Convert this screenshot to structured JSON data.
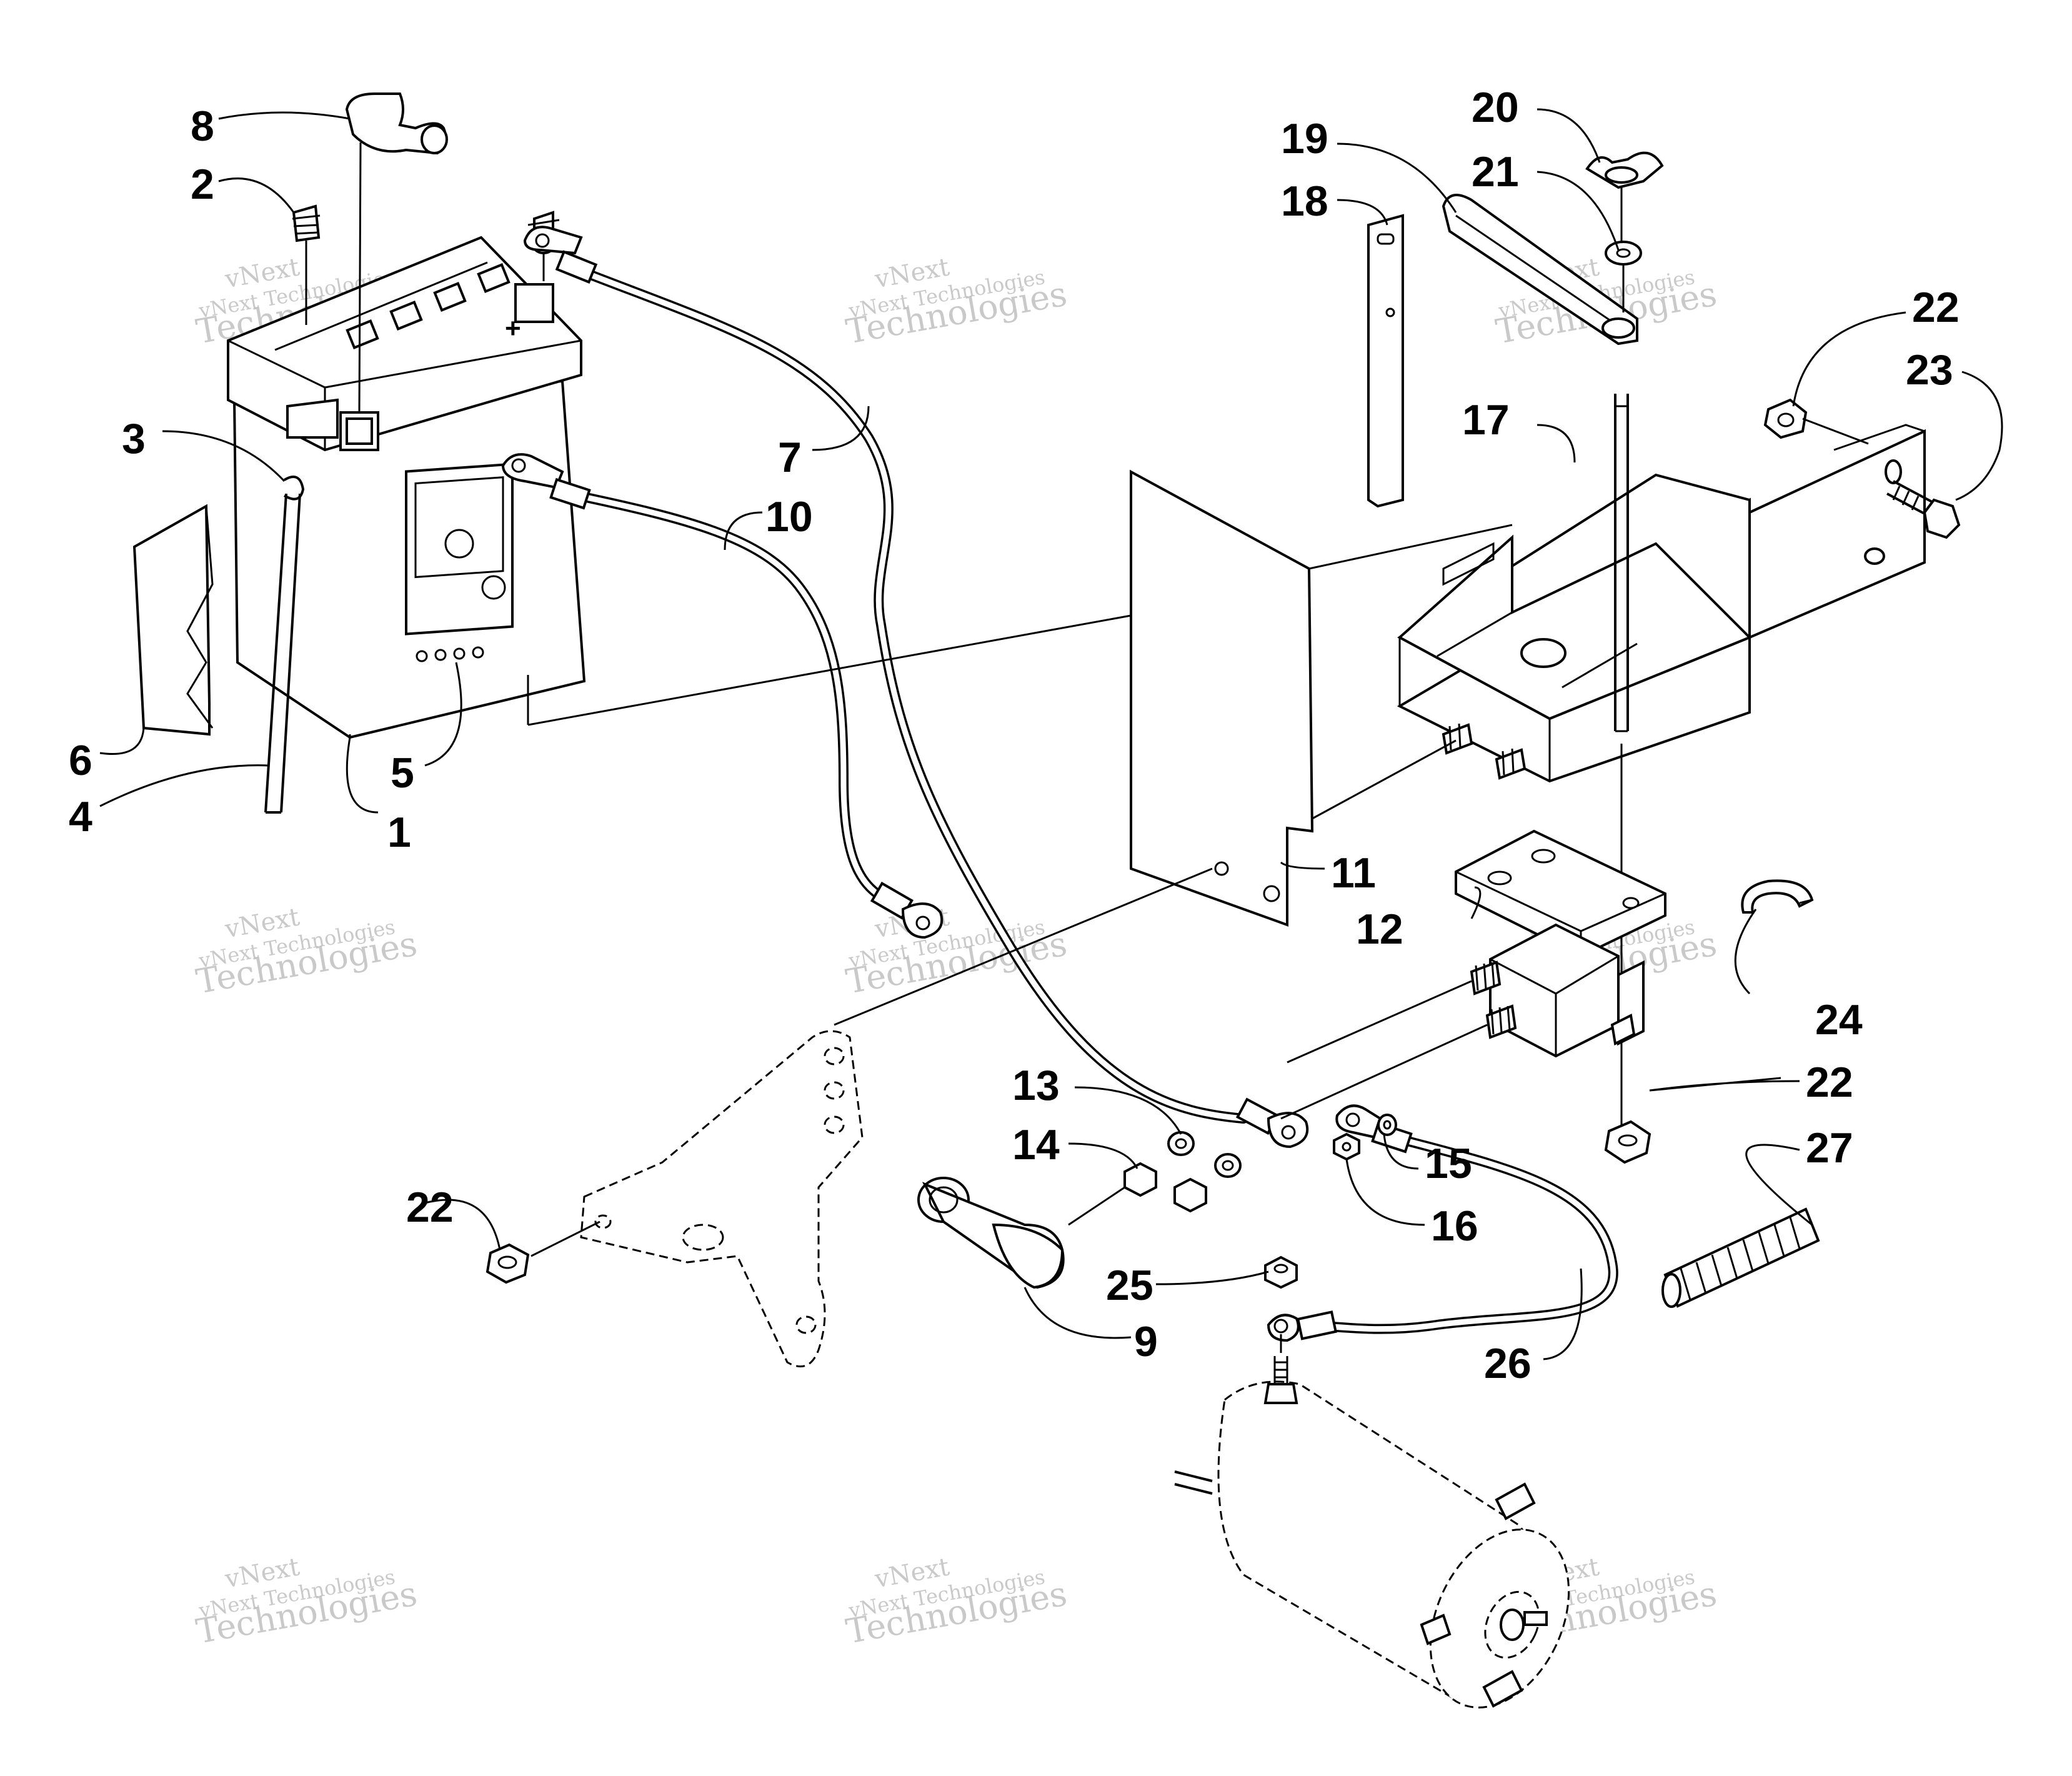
{
  "callouts": [
    {
      "id": "1",
      "label": "1"
    },
    {
      "id": "2",
      "label": "2"
    },
    {
      "id": "3",
      "label": "3"
    },
    {
      "id": "4",
      "label": "4"
    },
    {
      "id": "5",
      "label": "5"
    },
    {
      "id": "6",
      "label": "6"
    },
    {
      "id": "7",
      "label": "7"
    },
    {
      "id": "8",
      "label": "8"
    },
    {
      "id": "9",
      "label": "9"
    },
    {
      "id": "10",
      "label": "10"
    },
    {
      "id": "11",
      "label": "11"
    },
    {
      "id": "12",
      "label": "12"
    },
    {
      "id": "13",
      "label": "13"
    },
    {
      "id": "14",
      "label": "14"
    },
    {
      "id": "15",
      "label": "15"
    },
    {
      "id": "16",
      "label": "16"
    },
    {
      "id": "17",
      "label": "17"
    },
    {
      "id": "18",
      "label": "18"
    },
    {
      "id": "19",
      "label": "19"
    },
    {
      "id": "20",
      "label": "20"
    },
    {
      "id": "21",
      "label": "21"
    },
    {
      "id": "22a",
      "label": "22"
    },
    {
      "id": "22b",
      "label": "22"
    },
    {
      "id": "22c",
      "label": "22"
    },
    {
      "id": "23",
      "label": "23"
    },
    {
      "id": "24",
      "label": "24"
    },
    {
      "id": "25",
      "label": "25"
    },
    {
      "id": "26",
      "label": "26"
    },
    {
      "id": "27",
      "label": "27"
    }
  ],
  "watermark": {
    "line1": "vNext Technologies",
    "line2": "vNext",
    "line3": "Technologies"
  },
  "battery_terminal_mark": "+"
}
